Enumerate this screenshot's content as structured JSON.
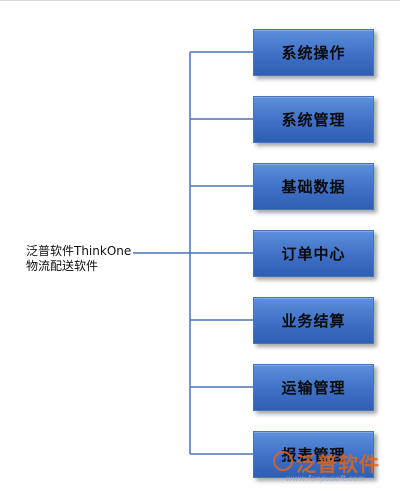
{
  "diagram": {
    "root_label_line1": "泛普软件ThinkOne",
    "root_label_line2": "物流配送软件",
    "nodes": [
      {
        "label": "系统操作"
      },
      {
        "label": "系统管理"
      },
      {
        "label": "基础数据"
      },
      {
        "label": "订单中心"
      },
      {
        "label": "业务结算"
      },
      {
        "label": "运输管理"
      },
      {
        "label": "报表管理"
      }
    ],
    "colors": {
      "node_fill": "#3f70c6",
      "connector": "#4a74b6"
    }
  },
  "watermark": {
    "text": "泛普软件",
    "url": "www.fanpusoft.com"
  }
}
